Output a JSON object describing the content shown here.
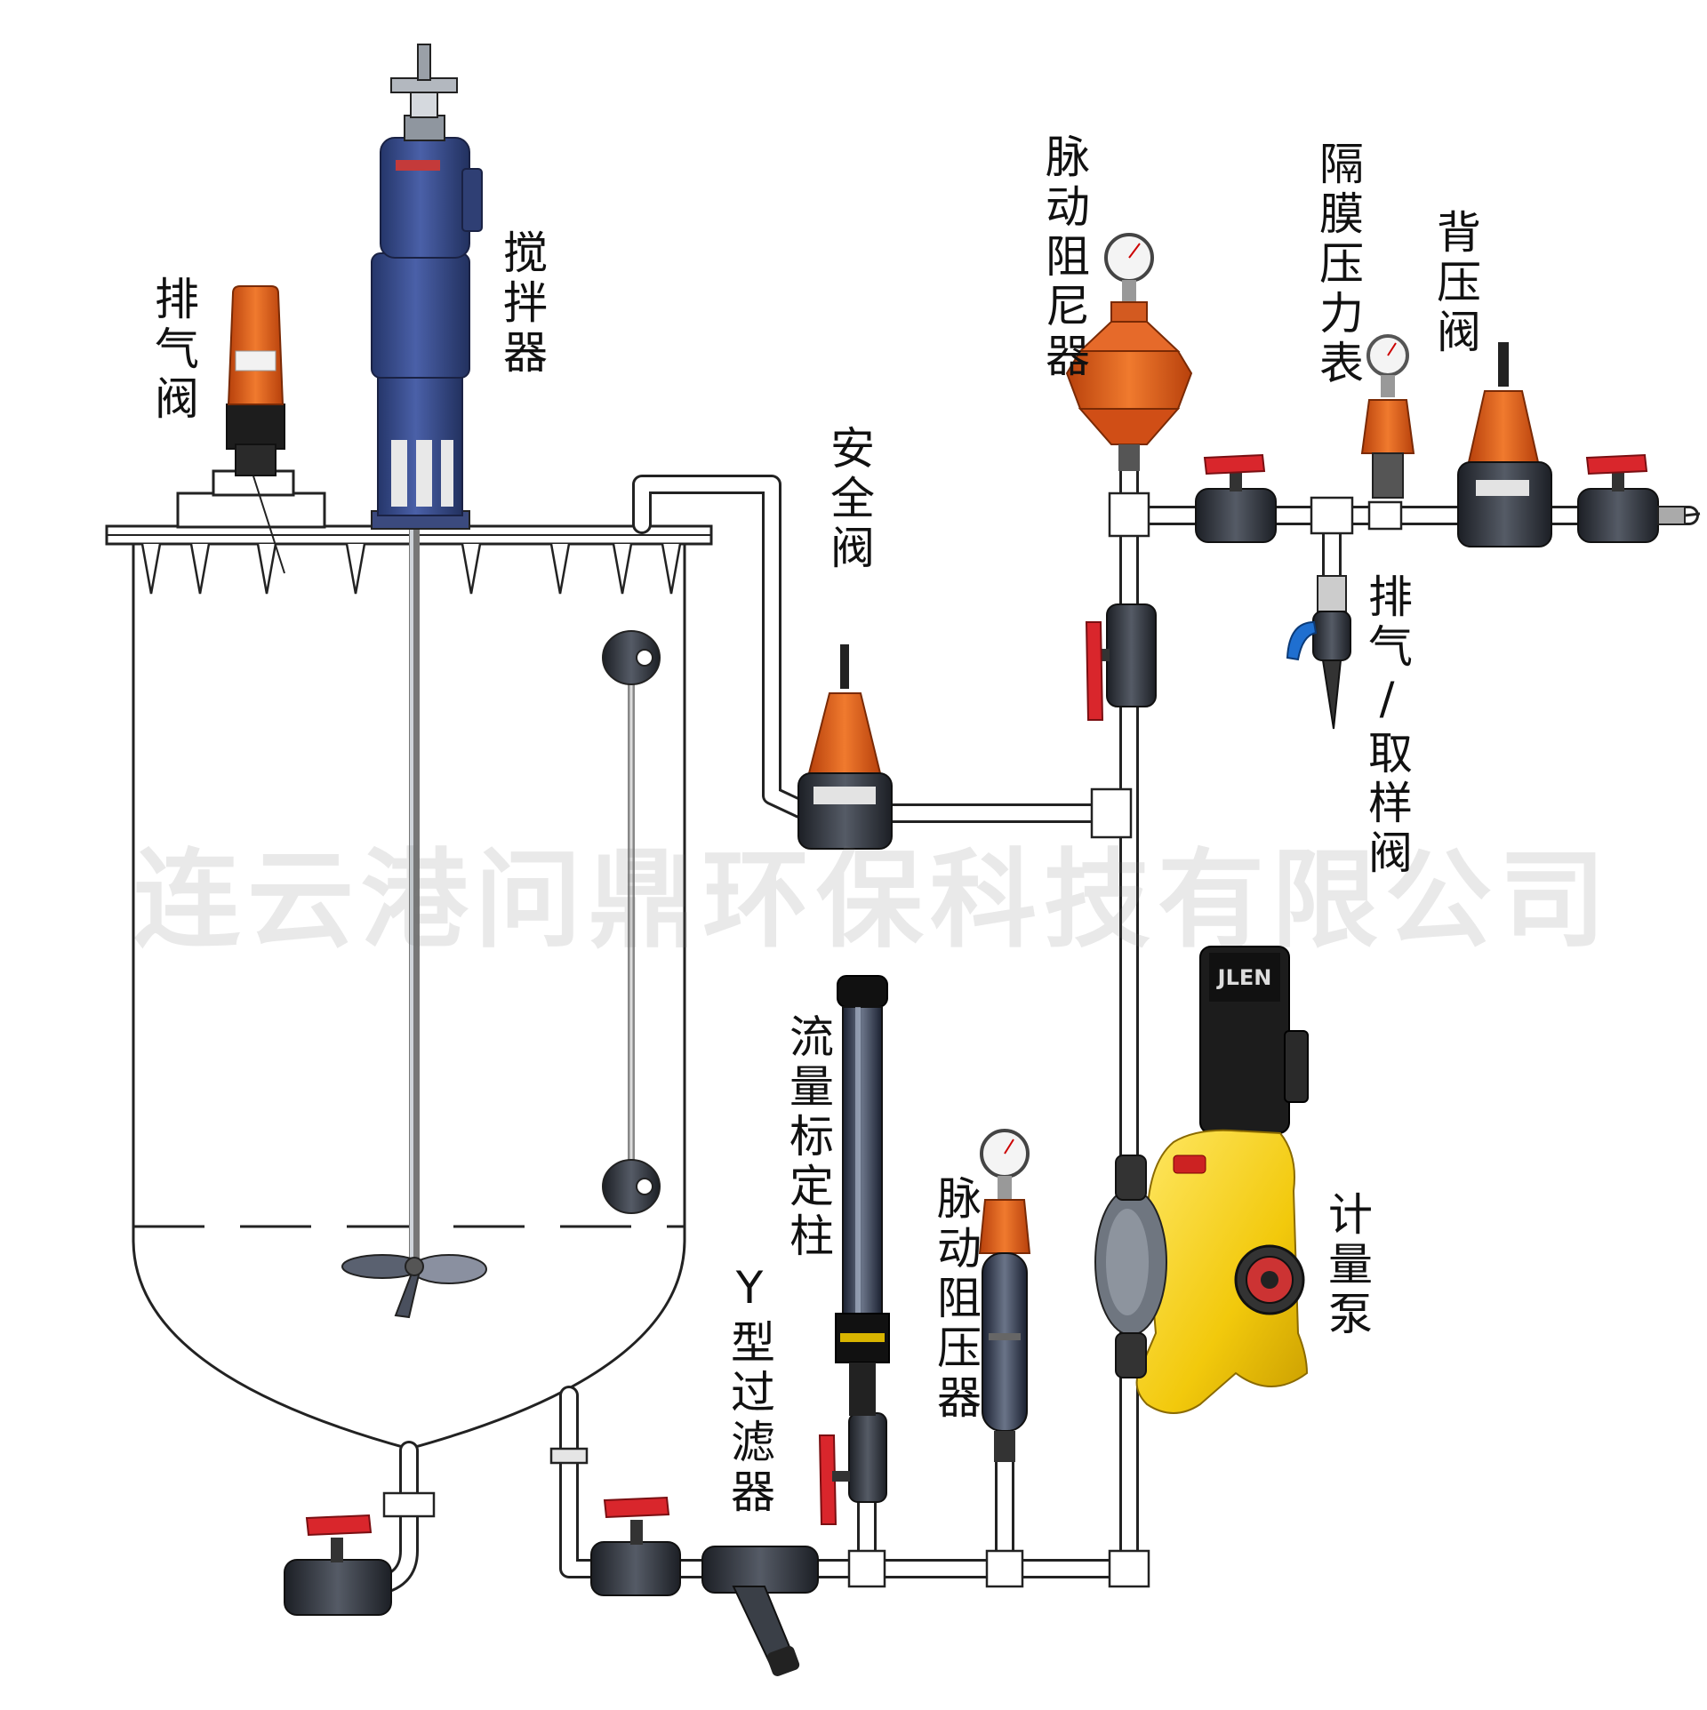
{
  "labels": {
    "tank_vent": "排气阀",
    "mixer": "搅拌器",
    "safety_valve": "安全阀",
    "pulse_damper_top": "脉动阻尼器",
    "diaphragm_gauge": "隔膜压力表",
    "back_pressure_valve": "背压阀",
    "vent_sampling_valve": "排气/取样阀",
    "calibration_column": "流量标定柱",
    "y_strainer": "Y型过滤器",
    "pulse_damper_bottom": "脉动阻压器",
    "metering_pump": "计量泵"
  },
  "watermark": "连云港问鼎环保科技有限公司",
  "pump_brand": "JLEN",
  "colors": {
    "pipe": "#ffffff",
    "outline": "#222222",
    "valve_body": "#3a3f47",
    "valve_handle": "#d9262c",
    "orange_valve": "#e8641c",
    "mixer_motor": "#3a4f8c",
    "pump_head": "#f5d015",
    "pump_motor": "#1c1c1c"
  }
}
